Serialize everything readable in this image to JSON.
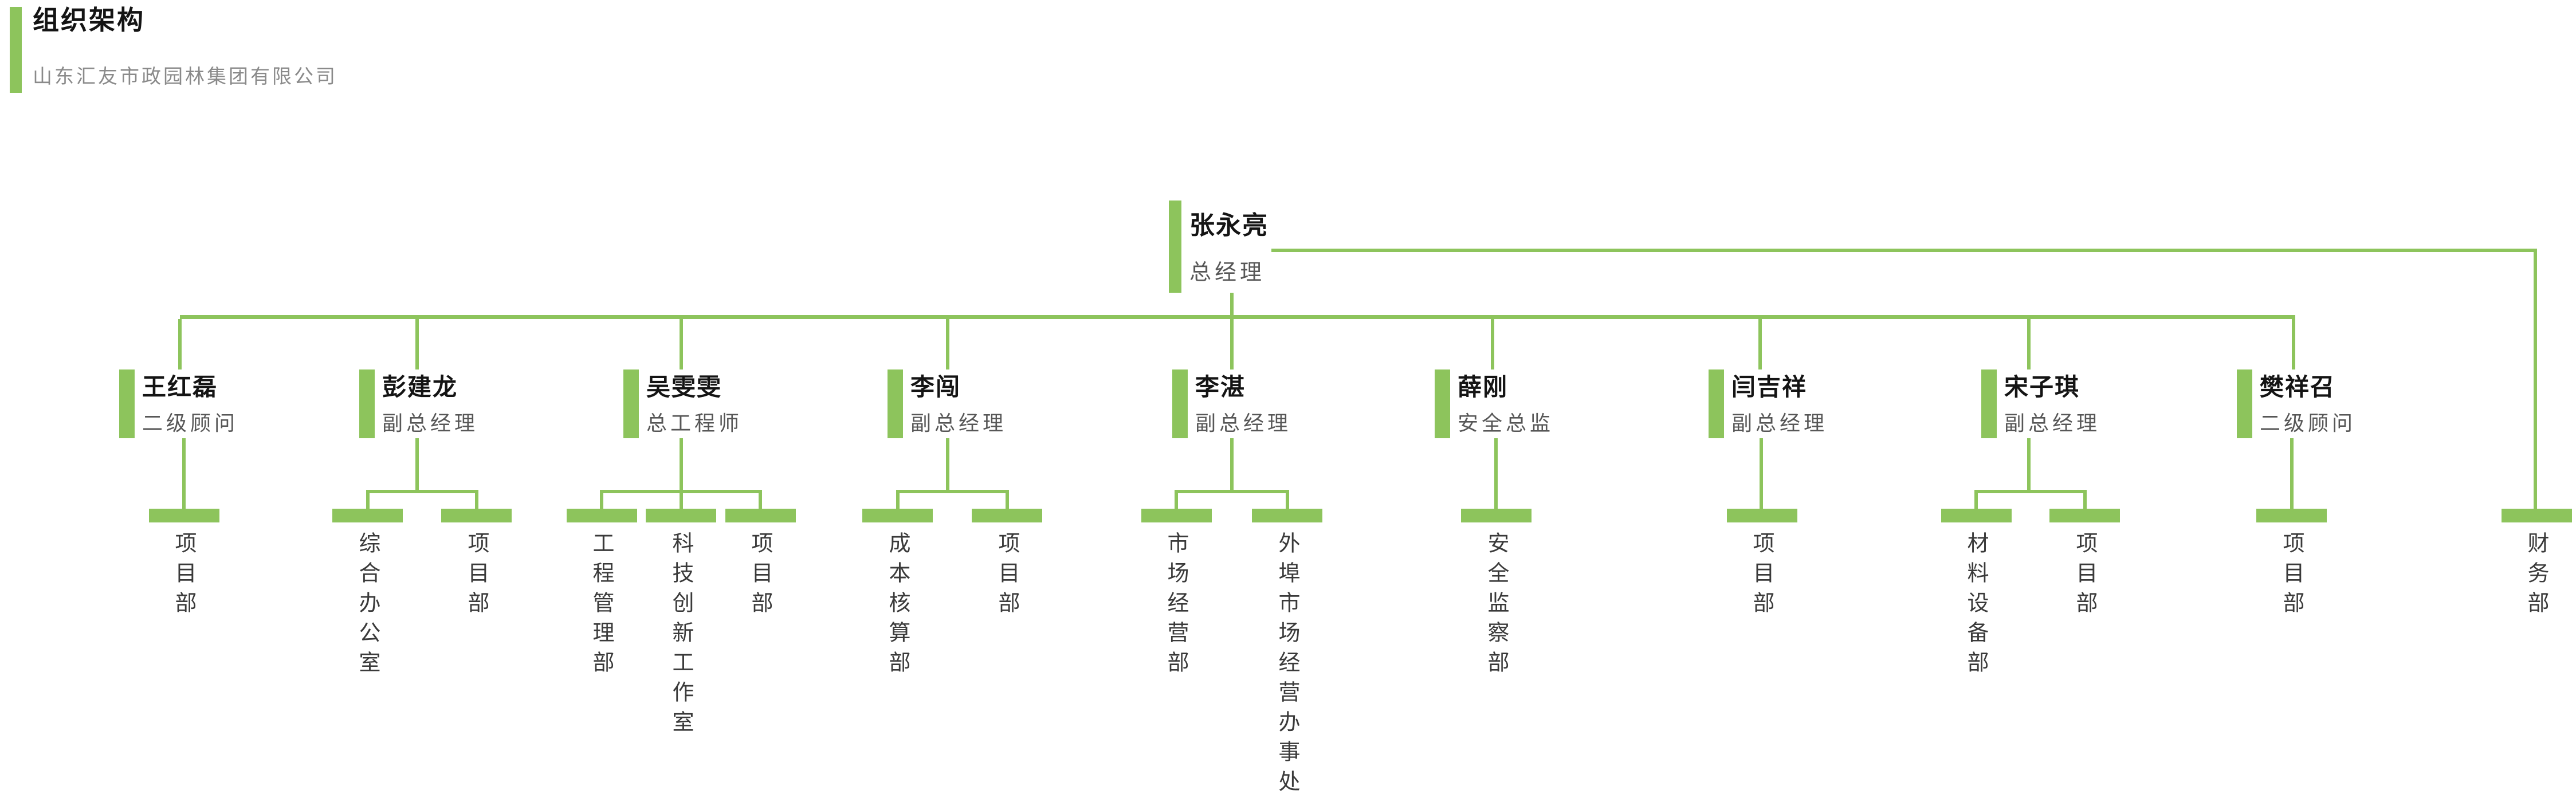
{
  "header": {
    "title": "组织架构",
    "subtitle": "山东汇友市政园林集团有限公司"
  },
  "colors": {
    "accent": "#8dc45c",
    "name_text": "#141414",
    "role_text": "#575757",
    "dept_text": "#3a3a3a",
    "subtitle_text": "#8a8a8a"
  },
  "chart": {
    "root": {
      "name": "张永亮",
      "title": "总经理"
    },
    "branches": [
      {
        "person": {
          "name": "王红磊",
          "title": "二级顾问"
        },
        "departments": [
          "项目部"
        ]
      },
      {
        "person": {
          "name": "彭建龙",
          "title": "副总经理"
        },
        "departments": [
          "综合办公室",
          "项目部"
        ]
      },
      {
        "person": {
          "name": "吴雯雯",
          "title": "总工程师"
        },
        "departments": [
          "工程管理部",
          "科技创新工作室",
          "项目部"
        ]
      },
      {
        "person": {
          "name": "李闯",
          "title": "副总经理"
        },
        "departments": [
          "成本核算部",
          "项目部"
        ]
      },
      {
        "person": {
          "name": "李湛",
          "title": "副总经理"
        },
        "departments": [
          "市场经营部",
          "外埠市场经营办事处"
        ]
      },
      {
        "person": {
          "name": "薛刚",
          "title": "安全总监"
        },
        "departments": [
          "安全监察部"
        ]
      },
      {
        "person": {
          "name": "闫吉祥",
          "title": "副总经理"
        },
        "departments": [
          "项目部"
        ]
      },
      {
        "person": {
          "name": "宋子琪",
          "title": "副总经理"
        },
        "departments": [
          "材料设备部",
          "项目部"
        ]
      },
      {
        "person": {
          "name": "樊祥召",
          "title": "二级顾问"
        },
        "departments": [
          "项目部"
        ]
      }
    ],
    "direct_department": "财务部"
  }
}
